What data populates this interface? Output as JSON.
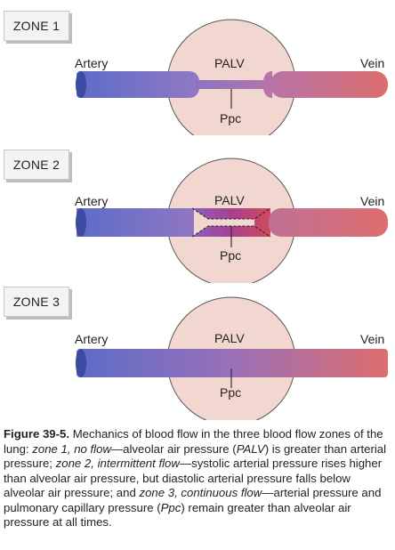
{
  "zones": [
    {
      "label": "ZONE 1",
      "artery": "Artery",
      "palv": "PALV",
      "vein": "Vein",
      "ppc": "Ppc"
    },
    {
      "label": "ZONE 2",
      "artery": "Artery",
      "palv": "PALV",
      "vein": "Vein",
      "ppc": "Ppc"
    },
    {
      "label": "ZONE 3",
      "artery": "Artery",
      "palv": "PALV",
      "vein": "Vein",
      "ppc": "Ppc"
    }
  ],
  "caption": {
    "figure": "Figure 39-5.",
    "s1": " Mechanics of blood flow in the three blood flow zones of the lung: ",
    "z1": "zone 1, no flow",
    "s2": "—alveolar air pressure (",
    "palv": "PALV",
    "s3": ") is greater than arterial pressure; ",
    "z2": "zone 2, intermittent flow",
    "s4": "—systolic arterial pressure rises higher than alveolar air pressure, but diastolic arterial pressure falls below alveolar air pressure; and ",
    "z3": "zone 3, continuous flow",
    "s5": "—arterial pressure and pulmonary capillary pressure (",
    "ppc": "Ppc",
    "s6": ") remain greater than alveolar air pressure at all times."
  },
  "colors": {
    "artery": "#6a76cc",
    "vein": "#d96a6a",
    "alveolus": "#f2d6d0",
    "alveolus_edge": "#555555",
    "label_box": "#f3f3f3"
  }
}
